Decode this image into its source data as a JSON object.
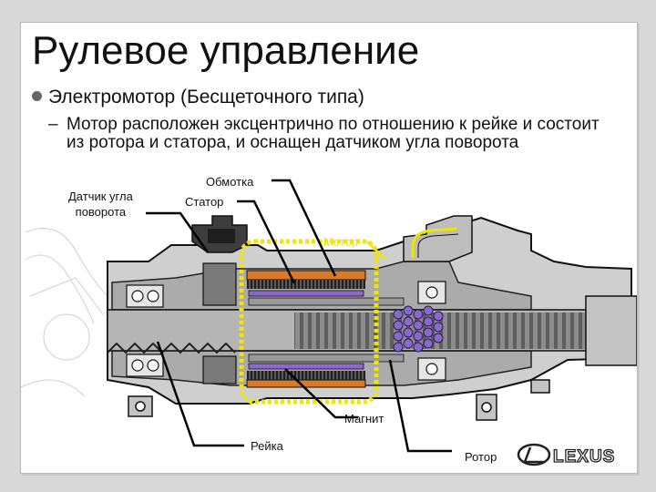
{
  "title": "Рулевое управление",
  "bullet1": "Электромотор (Бесщеточного типа)",
  "bullet2": {
    "dash": "–",
    "text": "Мотор расположен эксцентрично по отношению к рейке и состоит из ротора и статора, и оснащен датчиком угла поворота"
  },
  "labels": {
    "sensor_line1": "Датчик угла",
    "sensor_line2": "поворота",
    "winding": "Обмотка",
    "stator": "Статор",
    "motor": "Мотор",
    "magnet": "Магнит",
    "rack": "Рейка",
    "rotor": "Ротор"
  },
  "logo": {
    "brand": "LEXUS"
  },
  "colors": {
    "motor_outline": "#f2e600",
    "winding": "#d97a2a",
    "magnet": "#8a6ac9",
    "housing": "#6e6e6e",
    "background": "#d9d9d9"
  }
}
